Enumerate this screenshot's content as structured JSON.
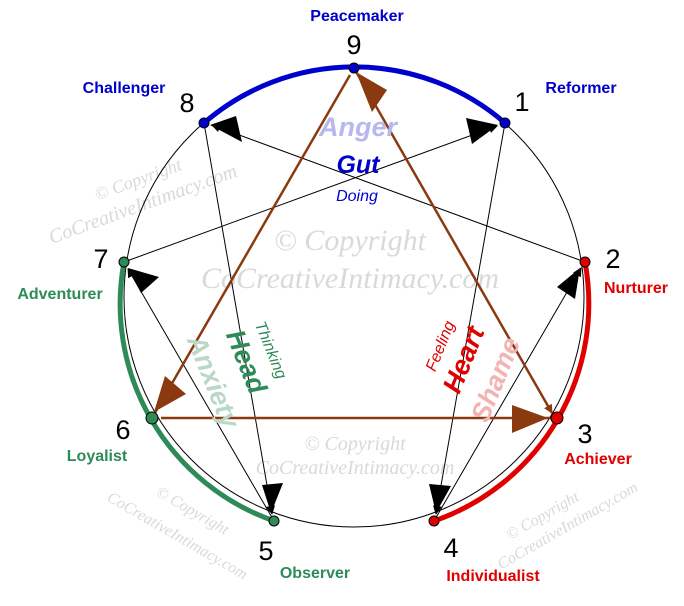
{
  "colors": {
    "gut": "#0000cc",
    "heart": "#e00000",
    "head": "#2e8b57",
    "triangle": "#8b3a0f",
    "lines": "#000000"
  },
  "nodes": [
    {
      "num": "9",
      "label": "Peacemaker",
      "center": "gut"
    },
    {
      "num": "1",
      "label": "Reformer",
      "center": "gut"
    },
    {
      "num": "2",
      "label": "Nurturer",
      "center": "heart"
    },
    {
      "num": "3",
      "label": "Achiever",
      "center": "heart"
    },
    {
      "num": "4",
      "label": "Individualist",
      "center": "heart"
    },
    {
      "num": "5",
      "label": "Observer",
      "center": "head"
    },
    {
      "num": "6",
      "label": "Loyalist",
      "center": "head"
    },
    {
      "num": "7",
      "label": "Adventurer",
      "center": "head"
    },
    {
      "num": "8",
      "label": "Challenger",
      "center": "gut"
    }
  ],
  "centers": {
    "gut": {
      "title": "Gut",
      "verb": "Doing",
      "emotion": "Anger"
    },
    "heart": {
      "title": "Heart",
      "verb": "Feeling",
      "emotion": "Shame"
    },
    "head": {
      "title": "Head",
      "verb": "Thinking",
      "emotion": "Anxiety"
    }
  },
  "watermark": {
    "line1": "© Copyright",
    "line2": "CoCreativeIntimacy.com"
  }
}
